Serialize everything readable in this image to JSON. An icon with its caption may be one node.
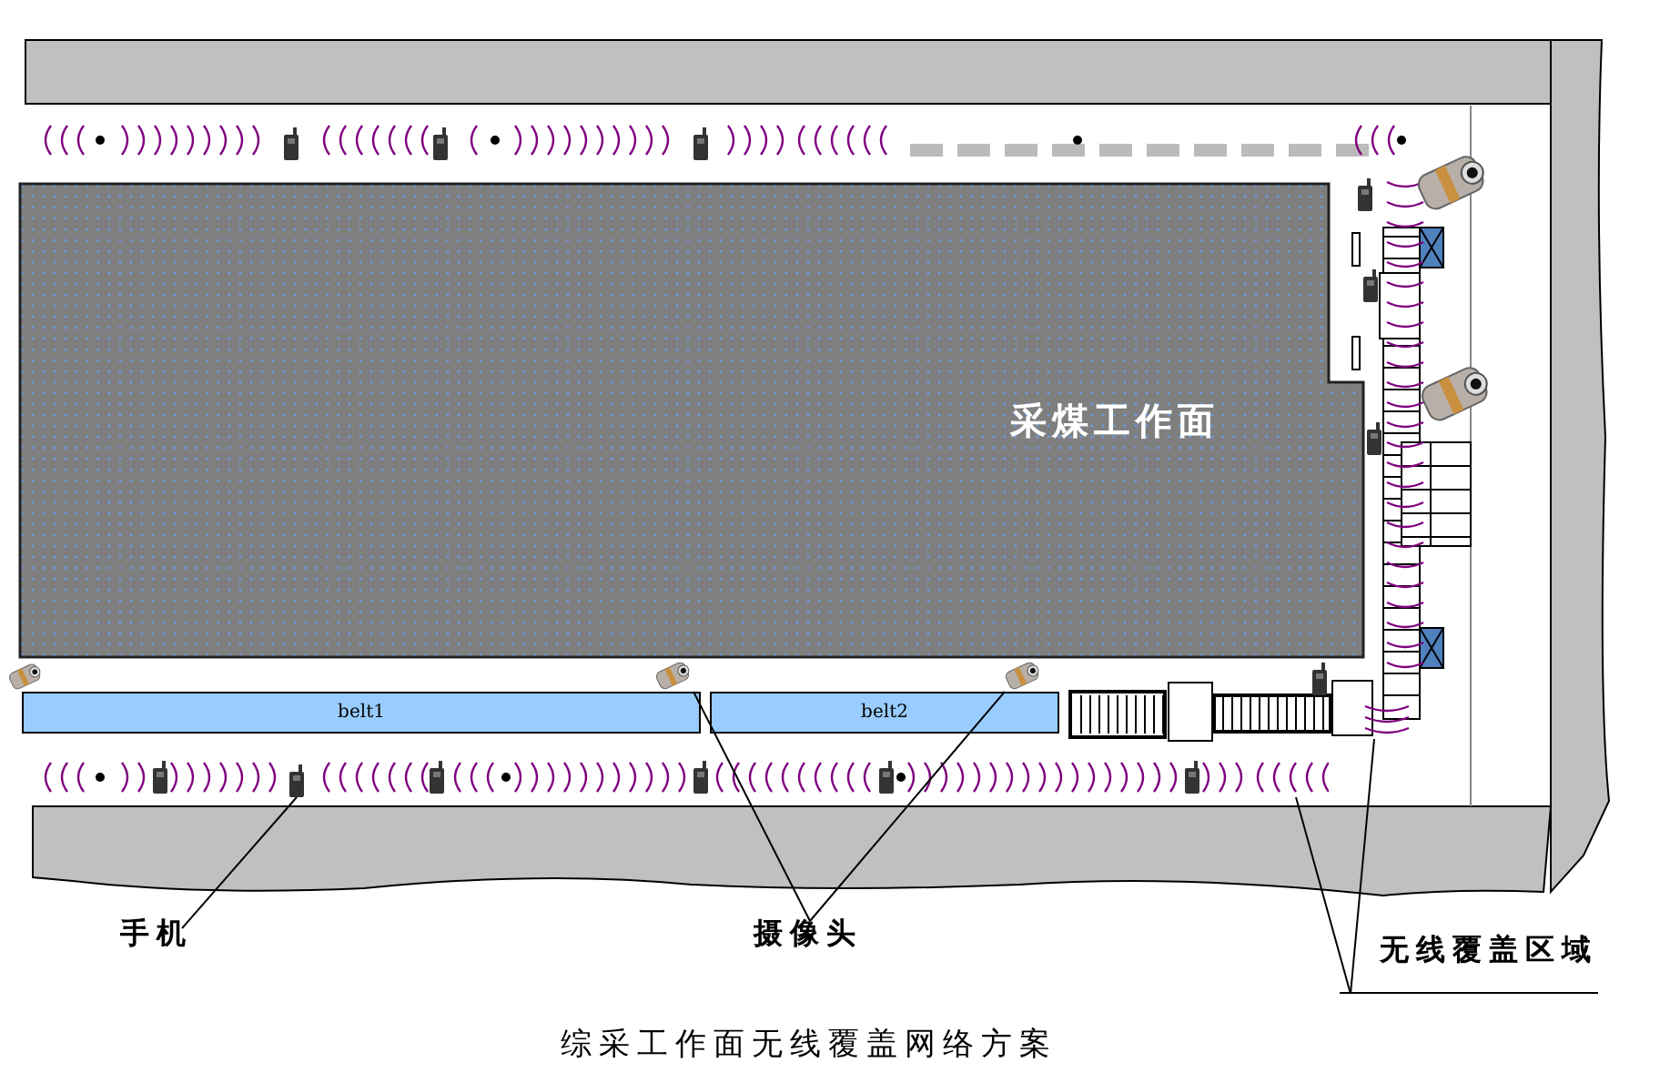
{
  "diagram": {
    "caption": "综采工作面无线覆盖网络方案",
    "nodes": [
      {
        "text": [
          "采煤工作面"
        ]
      },
      {
        "text": [
          "belt1"
        ]
      },
      {
        "text": [
          "belt2"
        ]
      },
      {
        "text": [
          "手机"
        ]
      },
      {
        "text": [],
        "shape": "picture"
      },
      {
        "text": [
          "摄像头"
        ]
      },
      {
        "text": [],
        "shape": "picture"
      },
      {
        "text": [],
        "shape": "picture"
      },
      {
        "text": [
          "无线覆盖区域"
        ]
      },
      {
        "text": [],
        "shape": "picture"
      },
      {
        "text": [],
        "shape": "picture"
      }
    ],
    "edges": [
      {
        "from": 3,
        "to": 4,
        "arrow": "none"
      },
      {
        "from": 5,
        "to": 6,
        "arrow": "none"
      },
      {
        "from": 5,
        "to": 7,
        "arrow": "none"
      },
      {
        "from": 8,
        "to": 9,
        "arrow": "none"
      },
      {
        "from": 8,
        "to": 10,
        "arrow": "none"
      }
    ]
  }
}
